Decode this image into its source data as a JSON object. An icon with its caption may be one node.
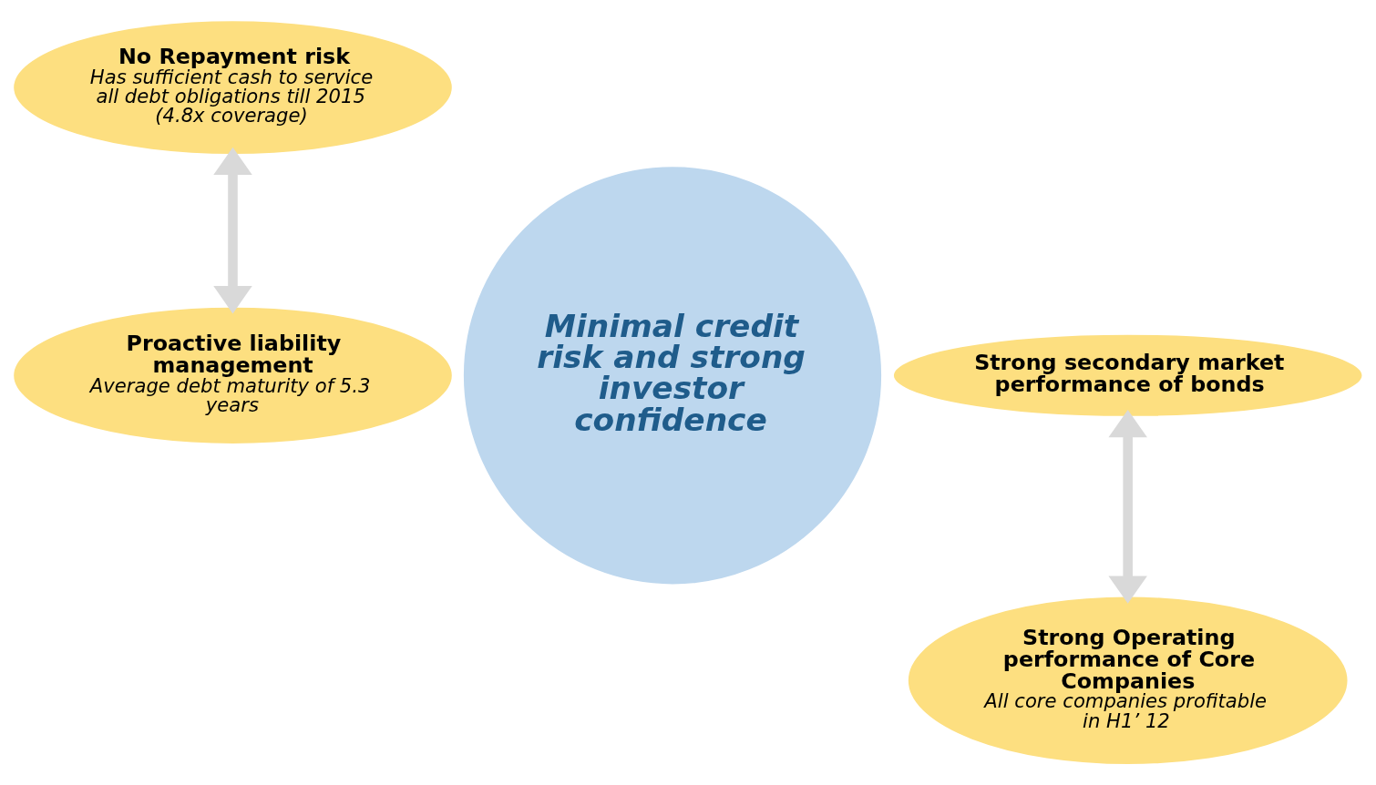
{
  "diagram": {
    "nodes": [
      {
        "text": [
          "No Repayment risk",
          "Has sufficient cash to service all debt obligations till 2015 (4.8x coverage)"
        ]
      },
      {
        "text": [
          "Proactive liability management",
          "Average debt maturity of 5.3 years"
        ]
      },
      {
        "text": [
          "Minimal credit risk and strong investor confidence"
        ]
      },
      {
        "text": [
          "Strong secondary market performance of bonds"
        ]
      },
      {
        "text": [
          "Strong Operating performance of Core Companies",
          "All core companies profitable in H1’ 12"
        ]
      }
    ],
    "edges": [
      {
        "from": 1,
        "to": 0,
        "arrow": "both"
      },
      {
        "from": 4,
        "to": 3,
        "arrow": "both"
      }
    ]
  }
}
